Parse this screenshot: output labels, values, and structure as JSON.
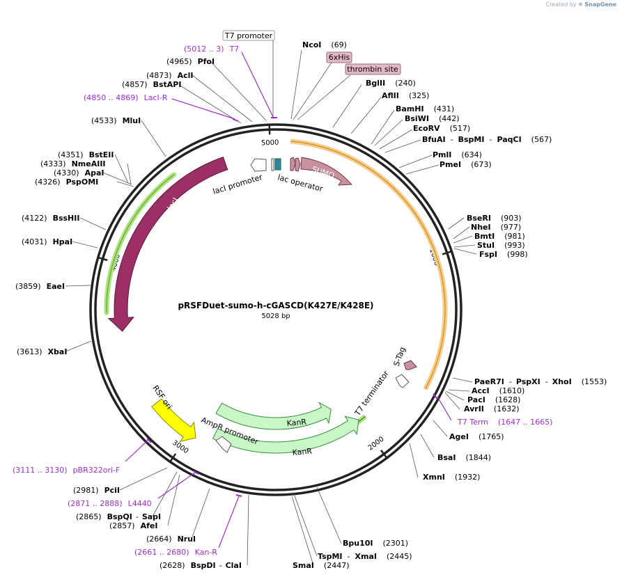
{
  "credit": {
    "prefix": "Created by",
    "brand": "SnapGene"
  },
  "plasmid": {
    "name": "pRSFDuet-sumo-h-cGASCD(K427E/K428E)",
    "length": "5028 bp",
    "total_bp": 5028
  },
  "colors": {
    "laci": "#9c2f66",
    "laci_outline": "#5c1a3a",
    "sumo": "#c9919e",
    "kanr": "#c8f7c8",
    "rsf": "#ffff00",
    "lacop": "#2d8a9a",
    "primer": "#9d2ec9",
    "highlight_green": "#7fd24a",
    "highlight_orange": "#f0a830",
    "tag_box": "#e3b9c5"
  },
  "ticks": [
    {
      "bp": 1000,
      "label": "1000"
    },
    {
      "bp": 2000,
      "label": "2000"
    },
    {
      "bp": 3000,
      "label": "3000"
    },
    {
      "bp": 4000,
      "label": "4000"
    },
    {
      "bp": 5000,
      "label": "5000"
    }
  ],
  "features": {
    "laci": "lacI",
    "laci_promoter": "lacI promoter",
    "lac_operator": "lac operator",
    "sumo": "SUMO",
    "sixhis": "6xHis",
    "thrombin": "thrombin site",
    "t7_promoter": "T7 promoter",
    "s_tag": "S-Tag",
    "t7_terminator": "T7 terminator",
    "kanr": "KanR",
    "kanr2": "KanR",
    "ampr_promoter": "AmpR promoter",
    "rsf_ori": "RSF ori"
  },
  "sites_left": [
    {
      "pos": "(4965)",
      "name": "PfoI"
    },
    {
      "pos": "(4873)",
      "name": "AclI"
    },
    {
      "pos": "(4857)",
      "name": "BstAPI"
    },
    {
      "pos": "(4533)",
      "name": "MluI"
    },
    {
      "pos": "(4351)",
      "name": "BstEII"
    },
    {
      "pos": "(4333)",
      "name": "NmeAIII"
    },
    {
      "pos": "(4330)",
      "name": "ApaI"
    },
    {
      "pos": "(4326)",
      "name": "PspOMI"
    },
    {
      "pos": "(4122)",
      "name": "BssHII"
    },
    {
      "pos": "(4031)",
      "name": "HpaI"
    },
    {
      "pos": "(3859)",
      "name": "EaeI"
    },
    {
      "pos": "(3613)",
      "name": "XbaI"
    },
    {
      "pos": "(2981)",
      "name": "PciI"
    },
    {
      "pos": "(2865)",
      "name": "BspQI",
      "extra": "SapI"
    },
    {
      "pos": "(2857)",
      "name": "AfeI"
    },
    {
      "pos": "(2664)",
      "name": "NruI"
    },
    {
      "pos": "(2628)",
      "name": "BspDI",
      "extra": "ClaI"
    }
  ],
  "sites_right": [
    {
      "name": "NcoI",
      "pos": "(69)"
    },
    {
      "name": "BglII",
      "pos": "(240)"
    },
    {
      "name": "AflII",
      "pos": "(325)"
    },
    {
      "name": "BamHI",
      "pos": "(431)"
    },
    {
      "name": "BsiWI",
      "pos": "(442)"
    },
    {
      "name": "EcoRV",
      "pos": "(517)"
    },
    {
      "name": "BfuAI",
      "extra1": "BspMI",
      "extra2": "PaqCI",
      "pos": "(567)"
    },
    {
      "name": "PmlI",
      "pos": "(634)"
    },
    {
      "name": "PmeI",
      "pos": "(673)"
    },
    {
      "name": "BseRI",
      "pos": "(903)"
    },
    {
      "name": "NheI",
      "pos": "(977)"
    },
    {
      "name": "BmtI",
      "pos": "(981)"
    },
    {
      "name": "StuI",
      "pos": "(993)"
    },
    {
      "name": "FspI",
      "pos": "(998)"
    },
    {
      "name": "PaeR7I",
      "extra1": "PspXI",
      "extra2": "XhoI",
      "pos": "(1553)"
    },
    {
      "name": "AccI",
      "pos": "(1610)"
    },
    {
      "name": "PacI",
      "pos": "(1628)"
    },
    {
      "name": "AvrII",
      "pos": "(1632)"
    },
    {
      "name": "AgeI",
      "pos": "(1765)"
    },
    {
      "name": "BsaI",
      "pos": "(1844)"
    },
    {
      "name": "XmnI",
      "pos": "(1932)"
    },
    {
      "name": "Bpu10I",
      "pos": "(2301)"
    },
    {
      "name": "TspMI",
      "extra1": "XmaI",
      "pos": "(2445)"
    },
    {
      "name": "SmaI",
      "pos": "(2447)"
    }
  ],
  "primers": {
    "t7": {
      "range": "(5012 .. 3)",
      "name": "T7"
    },
    "laci_r": {
      "range": "(4850 .. 4869)",
      "name": "LacI-R"
    },
    "t7_term": {
      "name": "T7 Term",
      "range": "(1647 .. 1665)"
    },
    "pbr": {
      "range": "(3111 .. 3130)",
      "name": "pBR322ori-F"
    },
    "l4440": {
      "range": "(2871 .. 2888)",
      "name": "L4440"
    },
    "kan_r": {
      "range": "(2661 .. 2680)",
      "name": "Kan-R"
    }
  }
}
